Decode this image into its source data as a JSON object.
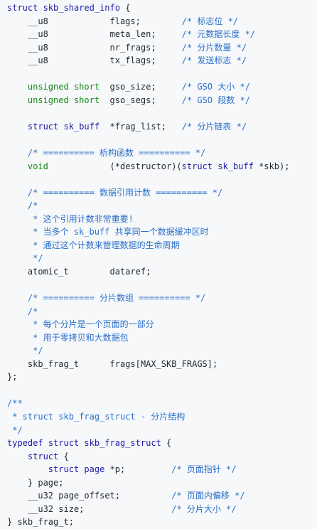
{
  "code": {
    "language": "c",
    "lines": [
      [
        [
          "kw",
          "struct"
        ],
        [
          "p",
          " "
        ],
        [
          "type",
          "skb_shared_info"
        ],
        [
          "p",
          " {"
        ]
      ],
      [
        [
          "p",
          "    "
        ],
        [
          "id",
          "__u8"
        ],
        [
          "p",
          "            "
        ],
        [
          "id",
          "flags;"
        ],
        [
          "p",
          "        "
        ],
        [
          "cm",
          "/* 标志位 */"
        ]
      ],
      [
        [
          "p",
          "    "
        ],
        [
          "id",
          "__u8"
        ],
        [
          "p",
          "            "
        ],
        [
          "id",
          "meta_len;"
        ],
        [
          "p",
          "     "
        ],
        [
          "cm",
          "/* 元数据长度 */"
        ]
      ],
      [
        [
          "p",
          "    "
        ],
        [
          "id",
          "__u8"
        ],
        [
          "p",
          "            "
        ],
        [
          "id",
          "nr_frags;"
        ],
        [
          "p",
          "     "
        ],
        [
          "cm",
          "/* 分片数量 */"
        ]
      ],
      [
        [
          "p",
          "    "
        ],
        [
          "id",
          "__u8"
        ],
        [
          "p",
          "            "
        ],
        [
          "id",
          "tx_flags;"
        ],
        [
          "p",
          "     "
        ],
        [
          "cm",
          "/* 发送标志 */"
        ]
      ],
      [],
      [
        [
          "p",
          "    "
        ],
        [
          "ntype",
          "unsigned short"
        ],
        [
          "p",
          "  "
        ],
        [
          "id",
          "gso_size;"
        ],
        [
          "p",
          "     "
        ],
        [
          "cm",
          "/* GSO 大小 */"
        ]
      ],
      [
        [
          "p",
          "    "
        ],
        [
          "ntype",
          "unsigned short"
        ],
        [
          "p",
          "  "
        ],
        [
          "id",
          "gso_segs;"
        ],
        [
          "p",
          "     "
        ],
        [
          "cm",
          "/* GSO 段数 */"
        ]
      ],
      [],
      [
        [
          "p",
          "    "
        ],
        [
          "kw",
          "struct"
        ],
        [
          "p",
          " "
        ],
        [
          "type",
          "sk_buff"
        ],
        [
          "p",
          "  "
        ],
        [
          "id",
          "*frag_list;"
        ],
        [
          "p",
          "   "
        ],
        [
          "cm",
          "/* 分片链表 */"
        ]
      ],
      [],
      [
        [
          "p",
          "    "
        ],
        [
          "cm",
          "/* ========== 析构函数 ========== */"
        ]
      ],
      [
        [
          "p",
          "    "
        ],
        [
          "ntype",
          "void"
        ],
        [
          "p",
          "            "
        ],
        [
          "id",
          "(*destructor)("
        ],
        [
          "kw",
          "struct"
        ],
        [
          "p",
          " "
        ],
        [
          "type",
          "sk_buff"
        ],
        [
          "id",
          " *skb);"
        ]
      ],
      [],
      [
        [
          "p",
          "    "
        ],
        [
          "cm",
          "/* ========== 数据引用计数 ========== */"
        ]
      ],
      [
        [
          "p",
          "    "
        ],
        [
          "cm",
          "/*"
        ]
      ],
      [
        [
          "p",
          "    "
        ],
        [
          "cm",
          " * 这个引用计数非常重要!"
        ]
      ],
      [
        [
          "p",
          "    "
        ],
        [
          "cm",
          " * 当多个 sk_buff 共享同一个数据缓冲区时"
        ]
      ],
      [
        [
          "p",
          "    "
        ],
        [
          "cm",
          " * 通过这个计数来管理数据的生命周期"
        ]
      ],
      [
        [
          "p",
          "    "
        ],
        [
          "cm",
          " */"
        ]
      ],
      [
        [
          "p",
          "    "
        ],
        [
          "id",
          "atomic_t"
        ],
        [
          "p",
          "        "
        ],
        [
          "id",
          "dataref;"
        ]
      ],
      [],
      [
        [
          "p",
          "    "
        ],
        [
          "cm",
          "/* ========== 分片数组 ========== */"
        ]
      ],
      [
        [
          "p",
          "    "
        ],
        [
          "cm",
          "/*"
        ]
      ],
      [
        [
          "p",
          "    "
        ],
        [
          "cm",
          " * 每个分片是一个页面的一部分"
        ]
      ],
      [
        [
          "p",
          "    "
        ],
        [
          "cm",
          " * 用于零拷贝和大数据包"
        ]
      ],
      [
        [
          "p",
          "    "
        ],
        [
          "cm",
          " */"
        ]
      ],
      [
        [
          "p",
          "    "
        ],
        [
          "id",
          "skb_frag_t"
        ],
        [
          "p",
          "      "
        ],
        [
          "id",
          "frags[MAX_SKB_FRAGS];"
        ]
      ],
      [
        [
          "p",
          "};"
        ]
      ],
      [],
      [
        [
          "cm",
          "/**"
        ]
      ],
      [
        [
          "cm",
          " * struct skb_frag_struct - 分片结构"
        ]
      ],
      [
        [
          "cm",
          " */"
        ]
      ],
      [
        [
          "kw",
          "typedef"
        ],
        [
          "p",
          " "
        ],
        [
          "kw",
          "struct"
        ],
        [
          "p",
          " "
        ],
        [
          "type",
          "skb_frag_struct"
        ],
        [
          "p",
          " {"
        ]
      ],
      [
        [
          "p",
          "    "
        ],
        [
          "kw",
          "struct"
        ],
        [
          "p",
          " {"
        ]
      ],
      [
        [
          "p",
          "        "
        ],
        [
          "kw",
          "struct"
        ],
        [
          "p",
          " "
        ],
        [
          "type",
          "page"
        ],
        [
          "p",
          " "
        ],
        [
          "id",
          "*p;"
        ],
        [
          "p",
          "         "
        ],
        [
          "cm",
          "/* 页面指针 */"
        ]
      ],
      [
        [
          "p",
          "    "
        ],
        [
          "id",
          "} page;"
        ]
      ],
      [
        [
          "p",
          "    "
        ],
        [
          "id",
          "__u32 page_offset;"
        ],
        [
          "p",
          "          "
        ],
        [
          "cm",
          "/* 页面内偏移 */"
        ]
      ],
      [
        [
          "p",
          "    "
        ],
        [
          "id",
          "__u32 size;"
        ],
        [
          "p",
          "                 "
        ],
        [
          "cm",
          "/* 分片大小 */"
        ]
      ],
      [
        [
          "p",
          "} "
        ],
        [
          "id",
          "skb_frag_t;"
        ]
      ]
    ]
  }
}
